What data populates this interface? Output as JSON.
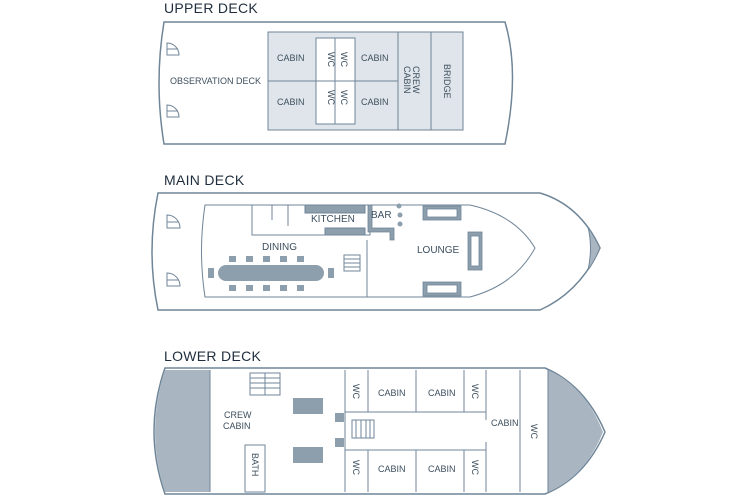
{
  "decks": {
    "upper": {
      "title": "UPPER DECK",
      "labels": {
        "observation": "OBSERVATION DECK",
        "cabin_tl": "CABIN",
        "cabin_bl": "CABIN",
        "cabin_tr": "CABIN",
        "cabin_br": "CABIN",
        "wc_1": "WC",
        "wc_2": "WC",
        "wc_3": "WC",
        "wc_4": "WC",
        "crew_1": "CREW",
        "crew_2": "CABIN",
        "bridge": "BRIDGE"
      }
    },
    "main": {
      "title": "MAIN DECK",
      "labels": {
        "kitchen": "KITCHEN",
        "bar": "BAR",
        "dining": "DINING",
        "lounge": "LOUNGE"
      }
    },
    "lower": {
      "title": "LOWER DECK",
      "labels": {
        "crew_1": "CREW",
        "crew_2": "CABIN",
        "bath": "BATH",
        "wc_tl": "WC",
        "wc_bl": "WC",
        "wc_tr": "WC",
        "wc_br": "WC",
        "wc_bow": "WC",
        "cabin_t1": "CABIN",
        "cabin_t2": "CABIN",
        "cabin_b1": "CABIN",
        "cabin_b2": "CABIN",
        "cabin_mid": "CABIN"
      }
    }
  },
  "colors": {
    "outline": "#6f8598",
    "fill_dark": "#a9b6c2",
    "fill_light": "#dfe5ea",
    "furniture": "#8d9eac",
    "text": "#3d4f5e"
  }
}
